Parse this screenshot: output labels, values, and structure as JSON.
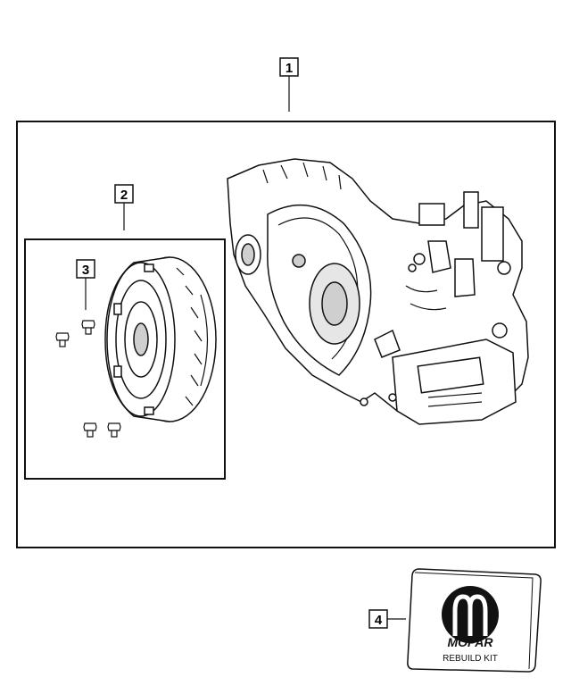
{
  "callouts": {
    "c1": "1",
    "c2": "2",
    "c3": "3",
    "c4": "4"
  },
  "kit": {
    "brand": "MOPAR",
    "label": "REBUILD KIT"
  },
  "colors": {
    "line": "#111111",
    "background": "#ffffff",
    "shade": "#cfcfcf"
  },
  "icons": {
    "transmission": "transmission-assembly-drawing",
    "torque_converter": "torque-converter-drawing",
    "bolt": "bolt-drawing",
    "logo": "mopar-m-logo"
  }
}
